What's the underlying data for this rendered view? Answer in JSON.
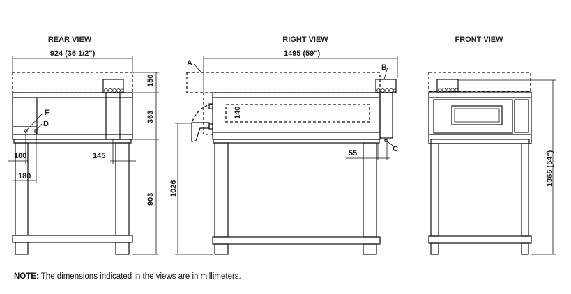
{
  "views": {
    "rear": {
      "title": "REAR VIEW",
      "width_dim": "924 (36 1/2\")",
      "dims": {
        "top": "150",
        "body": "363",
        "stand": "903",
        "offset_100": "100",
        "offset_180": "180",
        "offset_145": "145"
      },
      "labels": {
        "f": "F",
        "d": "D"
      }
    },
    "right": {
      "title": "RIGHT VIEW",
      "width_dim": "1495 (59\")",
      "dims": {
        "window": "140",
        "offset_55": "55",
        "height": "1026"
      },
      "labels": {
        "a": "A",
        "b": "B",
        "c": "C"
      }
    },
    "front": {
      "title": "FRONT VIEW",
      "height_dim": "1366 (54\")"
    }
  },
  "note": {
    "label": "NOTE:",
    "text": " The dimensions indicated in the views are in millimeters."
  }
}
